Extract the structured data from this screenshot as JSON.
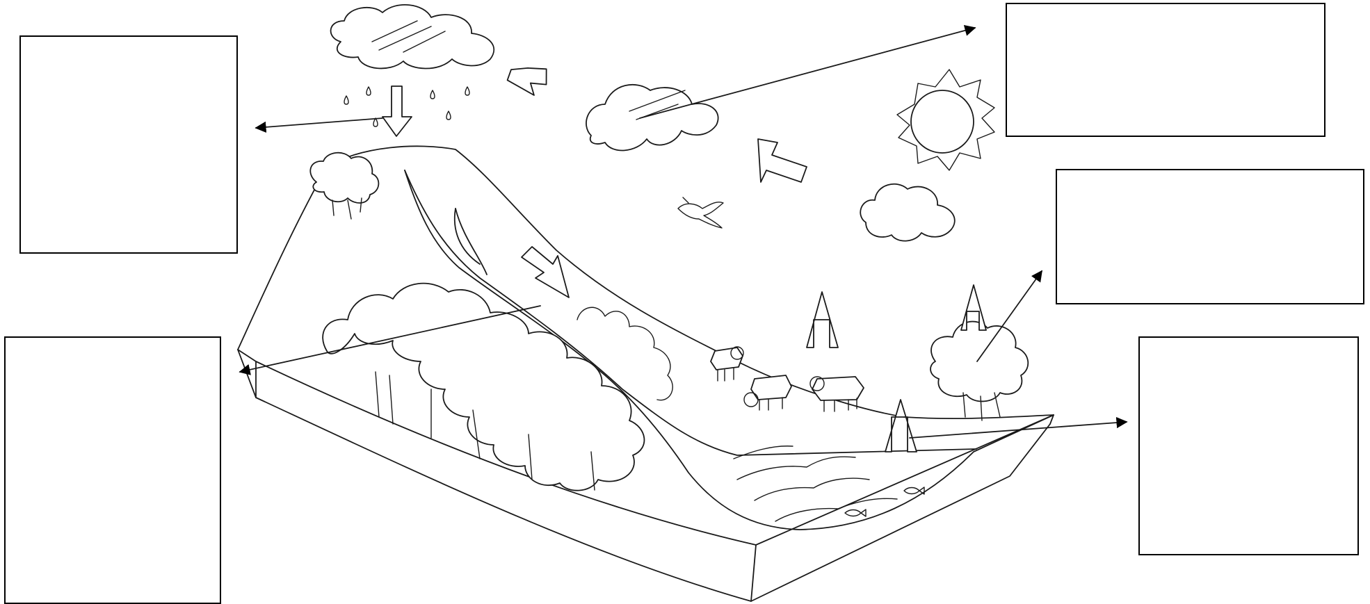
{
  "diagram": {
    "answer_boxes": [
      {
        "id": "box-tl",
        "content": ""
      },
      {
        "id": "box-ml",
        "content": ""
      },
      {
        "id": "box-tr",
        "content": ""
      },
      {
        "id": "box-mr",
        "content": ""
      },
      {
        "id": "box-br",
        "content": ""
      }
    ],
    "icons": [
      "rain-cloud-icon",
      "cloud-icon",
      "sun-icon",
      "bird-icon",
      "cow-icon",
      "tree-icon",
      "fish-icon",
      "arrow-icon"
    ]
  }
}
